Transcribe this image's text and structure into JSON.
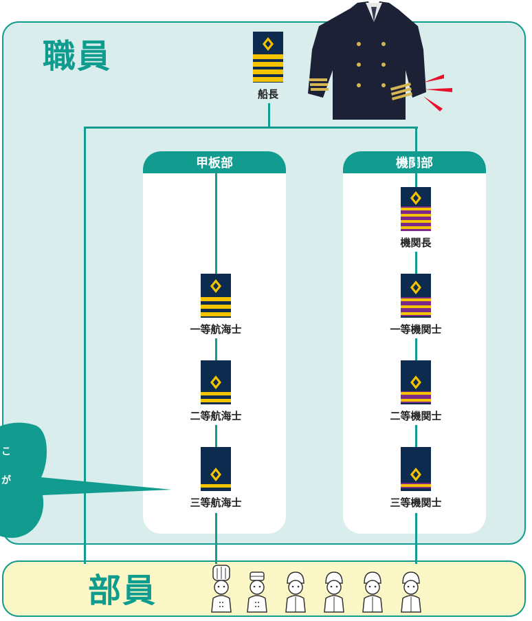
{
  "groups": {
    "officers": "職員",
    "crew": "部員"
  },
  "captain": {
    "title": "船長"
  },
  "departments": [
    {
      "name": "甲板部",
      "ranks": [
        "一等航海士",
        "二等航海士",
        "三等航海士"
      ]
    },
    {
      "name": "機関部",
      "ranks": [
        "機関長",
        "一等機関士",
        "二等機関士",
        "三等機関士"
      ]
    }
  ],
  "speech_bubble": {
    "lines": [
      "こ",
      "が"
    ]
  },
  "colors": {
    "teal": "#129c90",
    "officers_bg": "#d9edec",
    "crew_bg": "#fbf7c6",
    "navy": "#0d2b4f",
    "gold": "#f5c400",
    "purple": "#7b2a8c"
  },
  "insignia": {
    "captain": {
      "stripes": 4,
      "accent": "gold"
    },
    "chief_engineer": {
      "stripes": 4,
      "accent": "purple"
    },
    "first_officer": {
      "stripes": 3
    },
    "second_officer": {
      "stripes": 2
    },
    "third_officer": {
      "stripes": 1
    }
  },
  "crew_icons": [
    "chef-icon",
    "cook-icon",
    "worker-icon",
    "worker-icon",
    "worker-icon",
    "worker-icon"
  ]
}
